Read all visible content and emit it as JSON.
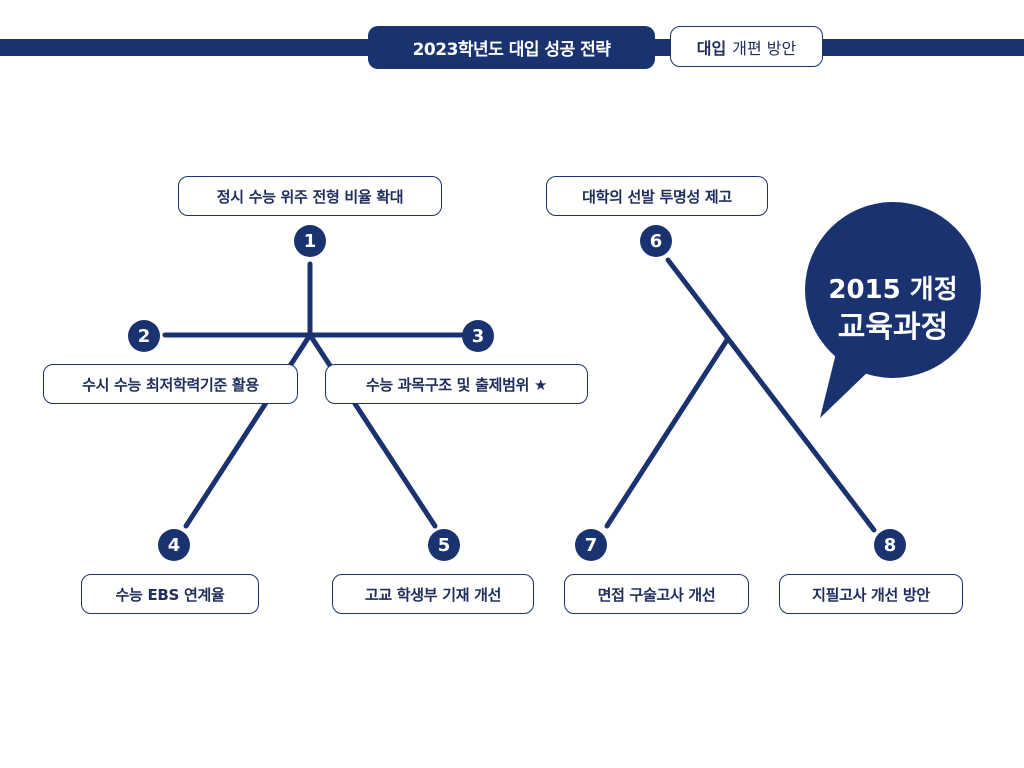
{
  "header": {
    "active_tab": "2023학년도 대입 성공 전략",
    "inactive_tab_bold": "대입",
    "inactive_tab_rest": "개편 방안"
  },
  "items": [
    {
      "num": "1",
      "label": "정시 수능 위주 전형 비율 확대"
    },
    {
      "num": "2",
      "label": "수시 수능 최저학력기준 활용"
    },
    {
      "num": "3",
      "label": "수능 과목구조 및 출제범위 ★"
    },
    {
      "num": "4",
      "label": "수능 EBS 연계율"
    },
    {
      "num": "5",
      "label": "고교 학생부 기재 개선"
    },
    {
      "num": "6",
      "label": "대학의 선발 투명성 제고"
    },
    {
      "num": "7",
      "label": "면접 구술고사 개선"
    },
    {
      "num": "8",
      "label": "지필고사 개선 방안"
    }
  ],
  "bubble": {
    "line1": "2015 개정",
    "line2": "교육과정"
  },
  "colors": {
    "navy": "#1a3370",
    "text": "#1f2d5c",
    "background": "#ffffff"
  }
}
